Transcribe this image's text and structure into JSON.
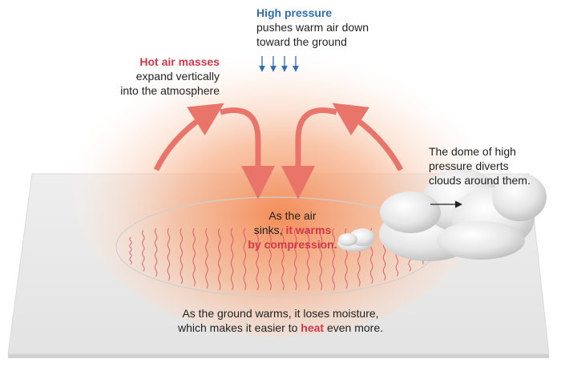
{
  "labels": {
    "high_pressure": {
      "title": "High pressure",
      "line1": "pushes warm air down",
      "line2": "toward the ground"
    },
    "hot_air": {
      "title": "Hot air masses",
      "line1": "expand vertically",
      "line2": "into the atmosphere"
    },
    "dome": {
      "line1": "The dome of high",
      "line2": "pressure diverts",
      "line3": "clouds around them."
    },
    "sinking": {
      "line1": "As the air",
      "line2_plain": "sinks, ",
      "line2_red": "it warms",
      "line3_red": "by compression."
    },
    "ground": {
      "line1": "As the ground warms, it loses moisture,",
      "line2_plain": "which makes it easier to ",
      "line2_red": "heat",
      "line2_end": " even more."
    }
  },
  "colors": {
    "accent_red": "#d2384a",
    "accent_blue": "#2f6db5",
    "arrow_red": "#e8746a",
    "heat_glow": "#f28a5c",
    "ground": "#e9e9e9",
    "ground_edge": "#d6d6d6",
    "heat_waves": "#d6505f",
    "cloud": "#dcdcdc"
  },
  "icons": [
    "down-arrow-icon",
    "curved-arrow-icon",
    "cloud-icon",
    "right-arrow-icon",
    "heat-wave-icon"
  ]
}
